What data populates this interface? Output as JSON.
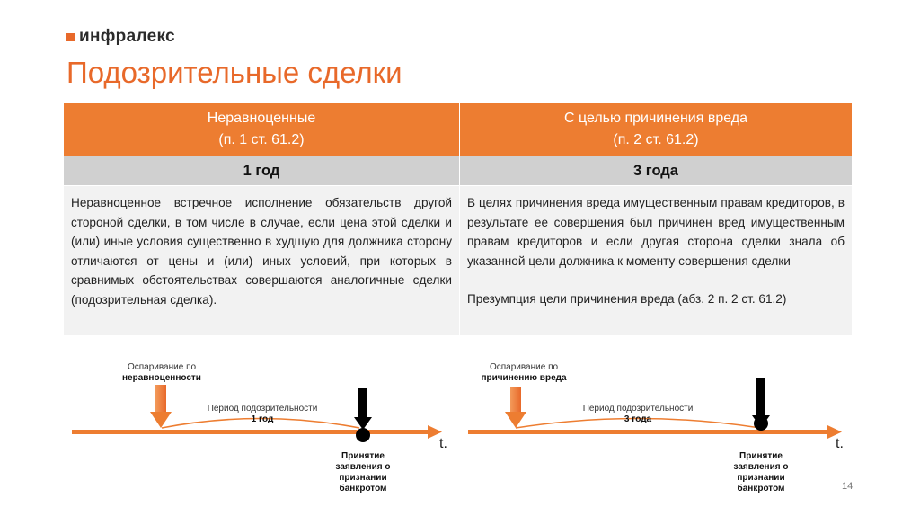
{
  "logo": {
    "text": "инфралекс"
  },
  "title": "Подозрительные сделки",
  "table": {
    "left": {
      "header_line1": "Неравноценные",
      "header_line2": "(п. 1 ст. 61.2)",
      "period": "1 год",
      "text": "Неравноценное встречное исполнение обязательств другой стороной сделки, в том числе в случае, если цена этой сделки и (или) иные условия существенно в худшую для должника сторону отличаются от цены и (или) иных условий, при которых в сравнимых обстоятельствах совершаются аналогичные сделки (подозрительная сделка)."
    },
    "right": {
      "header_line1": "С целью причинения вреда",
      "header_line2": "(п. 2 ст. 61.2)",
      "period": "3 года",
      "text": "В целях причинения вреда имущественным правам кредиторов, в результате ее совершения был причинен вред имущественным правам кредиторов и если другая сторона сделки знала об указанной цели должника к моменту совершения сделки",
      "presumption": "Презумпция цели причинения вреда (абз. 2 п. 2 ст. 61.2)"
    }
  },
  "diagram_left": {
    "challenge_line1": "Оспаривание по",
    "challenge_line2": "неравноценности",
    "period_line1": "Период подозрительности",
    "period_line2": "1 год",
    "axis_label": "t.",
    "event_lines": [
      "Принятие",
      "заявления о",
      "признании",
      "банкротом"
    ]
  },
  "diagram_right": {
    "challenge_line1": "Оспаривание по",
    "challenge_line2": "причинению вреда",
    "period_line1": "Период подозрительности",
    "period_line2": "3 года",
    "axis_label": "t.",
    "event_lines": [
      "Принятие",
      "заявления о",
      "признании",
      "банкротом"
    ]
  },
  "page_number": "14",
  "colors": {
    "accent": "#ED7D31",
    "subheader": "#D0D0D0",
    "body_bg": "#F2F2F2",
    "dark": "#000000"
  }
}
